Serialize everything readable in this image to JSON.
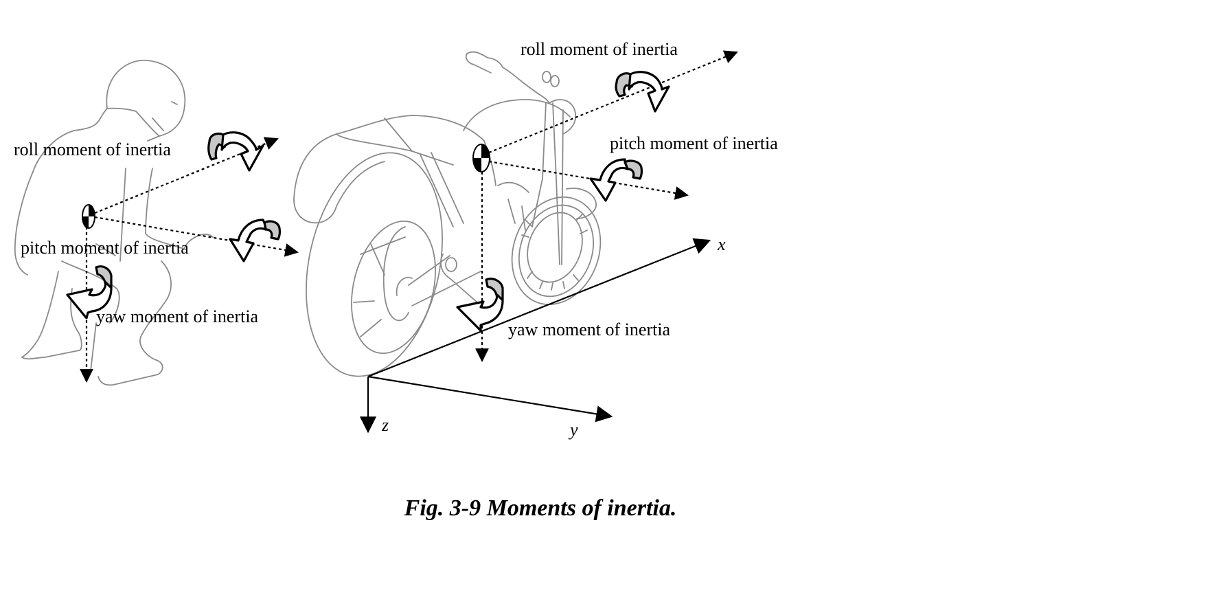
{
  "figure": {
    "caption": "Fig. 3-9 Moments of inertia.",
    "rider": {
      "roll_label": "roll moment of inertia",
      "pitch_label": "pitch moment of inertia",
      "yaw_label": "yaw moment of inertia"
    },
    "motorcycle": {
      "roll_label": "roll moment of inertia",
      "pitch_label": "pitch moment of inertia",
      "yaw_label": "yaw moment of inertia"
    },
    "axes": {
      "x_label": "x",
      "y_label": "y",
      "z_label": "z"
    }
  },
  "colors": {
    "ink": "#000000",
    "sketch": "#8a8a8a",
    "arrow_band_fill": "#c8c8c8",
    "background": "#ffffff"
  }
}
